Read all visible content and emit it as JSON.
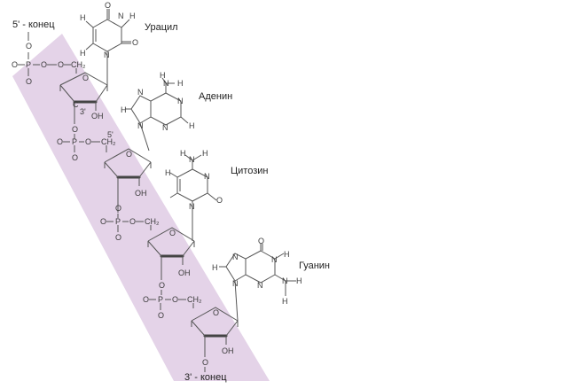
{
  "labels": {
    "five_prime_end": "5' - конец",
    "three_prime_end": "3' - конец",
    "c5_prime": "5'",
    "c3_prime": "3'",
    "c3_atom": "C"
  },
  "atoms": {
    "O": "O",
    "P": "P",
    "N": "N",
    "H": "H",
    "C": "C",
    "CH2": "CH₂",
    "OH": "OH"
  },
  "bases": [
    {
      "name": "Урацил"
    },
    {
      "name": "Аденин"
    },
    {
      "name": "Цитозин"
    },
    {
      "name": "Гуанин"
    }
  ],
  "colors": {
    "band": "#e4d3e8",
    "bond": "#555555",
    "text": "#222222"
  }
}
